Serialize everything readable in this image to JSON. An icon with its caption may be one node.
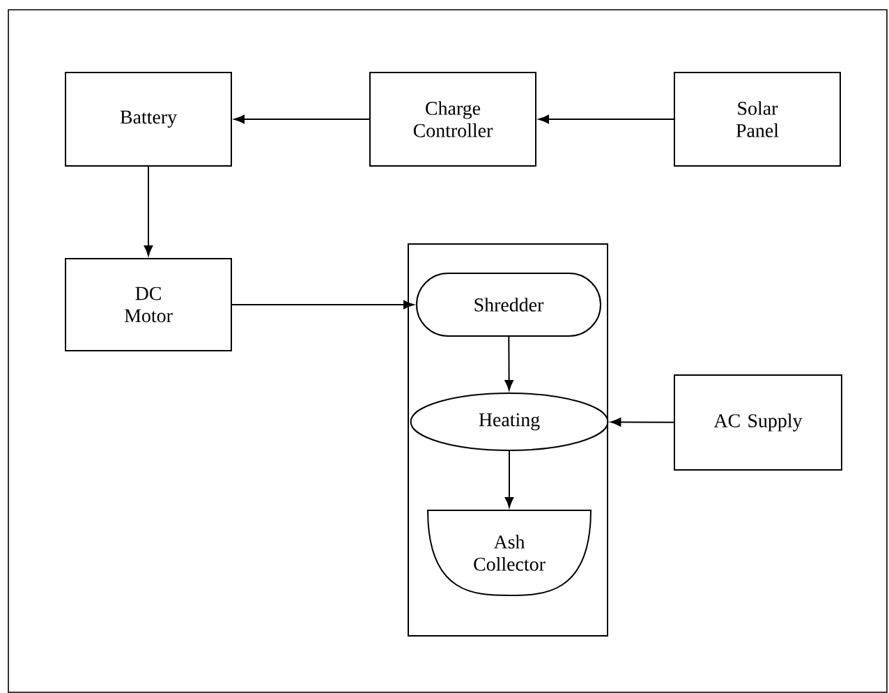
{
  "diagram": {
    "nodes": [
      {
        "text": [
          "Battery"
        ]
      },
      {
        "text": [
          "Charge Controller"
        ]
      },
      {
        "text": [
          "Solar Panel"
        ]
      },
      {
        "text": [
          "DC Motor"
        ]
      },
      {
        "text": [],
        "shape": "box"
      },
      {
        "text": [
          "Shredder"
        ],
        "in": 4
      },
      {
        "text": [
          "Heating"
        ],
        "in": 4
      },
      {
        "text": [
          "Ash Collector"
        ],
        "in": 4
      },
      {
        "text": [
          "AC Supply"
        ]
      }
    ],
    "edges": [
      {
        "from": 2,
        "to": 1,
        "arrow": "to"
      },
      {
        "from": 1,
        "to": 0,
        "arrow": "to"
      },
      {
        "from": 0,
        "to": 3,
        "arrow": "to"
      },
      {
        "from": 3,
        "to": 5,
        "arrow": "to"
      },
      {
        "from": 5,
        "to": 6,
        "arrow": "to"
      },
      {
        "from": 6,
        "to": 7,
        "arrow": "to"
      },
      {
        "from": 8,
        "to": 6,
        "arrow": "to"
      }
    ]
  }
}
